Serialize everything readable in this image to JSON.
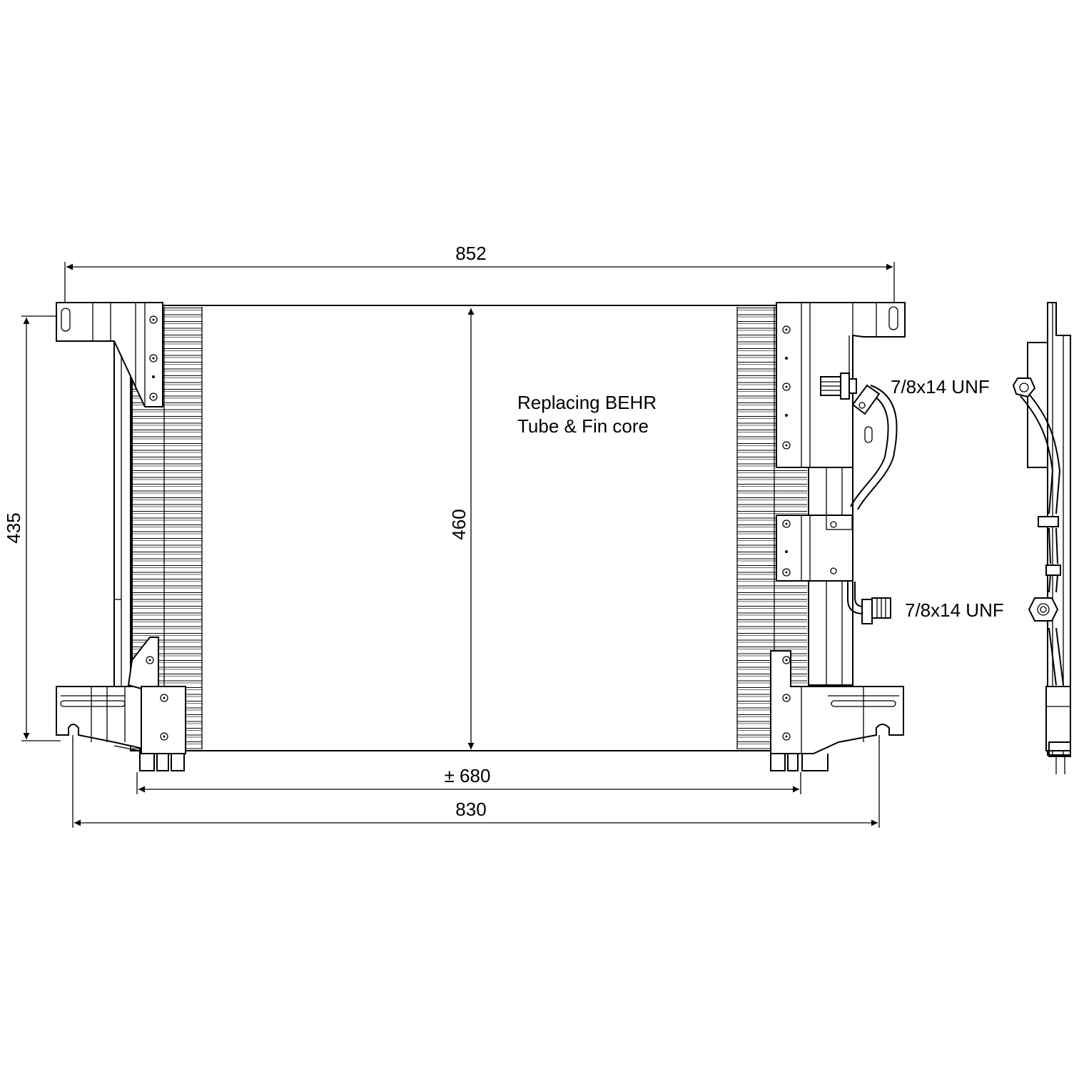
{
  "dimensions": {
    "overall_width_top": "852",
    "mounting_height": "435",
    "core_height": "460",
    "core_width": "± 680",
    "overall_width_bottom": "830"
  },
  "notes": {
    "line1": "Replacing BEHR",
    "line2": "Tube & Fin core"
  },
  "fittings": {
    "upper": "7/8x14 UNF",
    "lower": "7/8x14 UNF"
  }
}
